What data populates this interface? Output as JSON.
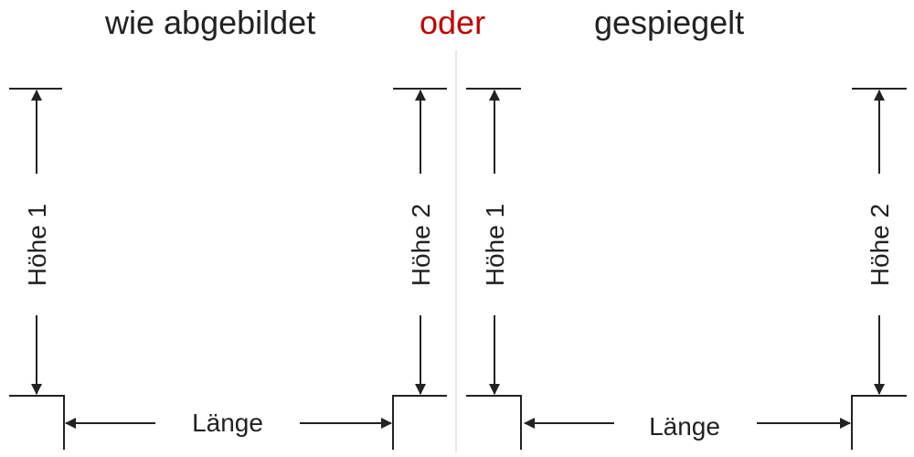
{
  "headings": {
    "left": "wie abgebildet",
    "middle": "oder",
    "right": "gespiegelt"
  },
  "colors": {
    "text": "#222222",
    "accent": "#c00000",
    "line": "#222222",
    "divider": "#d0d0d0"
  },
  "left_diagram": {
    "height1_label": "Höhe 1",
    "height2_label": "Höhe 2",
    "length_label": "Länge"
  },
  "right_diagram": {
    "height1_label": "Höhe 1",
    "height2_label": "Höhe 2",
    "length_label": "Länge"
  }
}
